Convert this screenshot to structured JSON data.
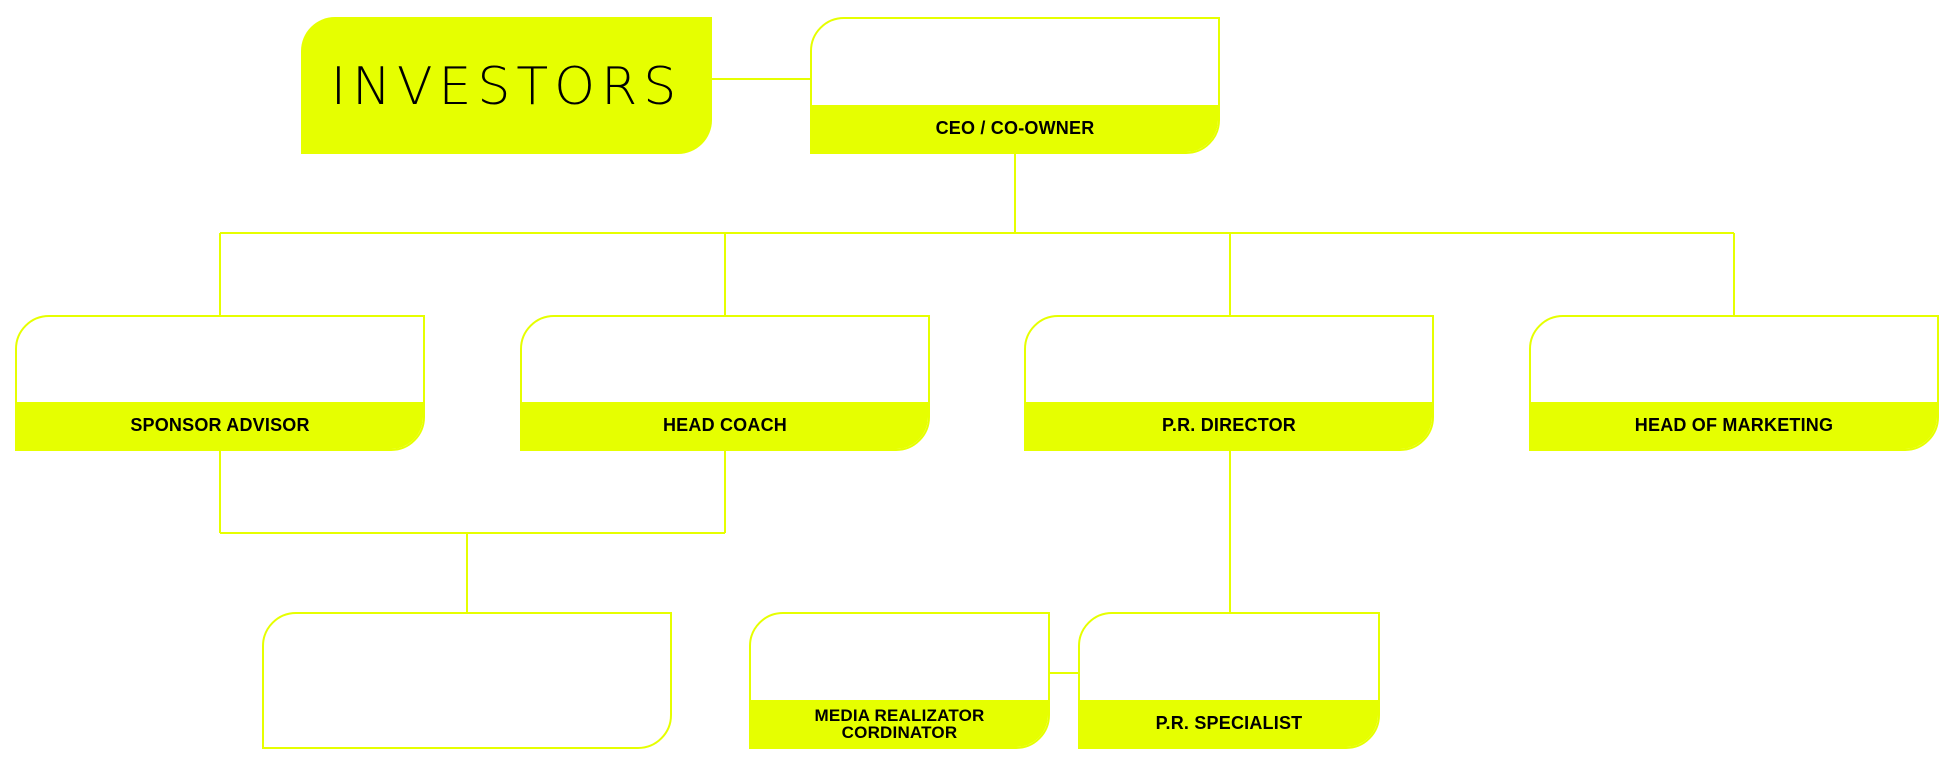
{
  "colors": {
    "accent": "#e6ff00",
    "text": "#000000",
    "background": "#ffffff"
  },
  "investors": {
    "label": "INVESTORS"
  },
  "nodes": {
    "ceo": "CEO / CO-OWNER",
    "sponsor_advisor": "SPONSOR ADVISOR",
    "head_coach": "HEAD COACH",
    "pr_director": "P.R. DIRECTOR",
    "head_of_marketing": "HEAD OF MARKETING",
    "media_realizator": "MEDIA REALIZATOR CORDINATOR",
    "pr_specialist": "P.R. SPECIALIST"
  }
}
